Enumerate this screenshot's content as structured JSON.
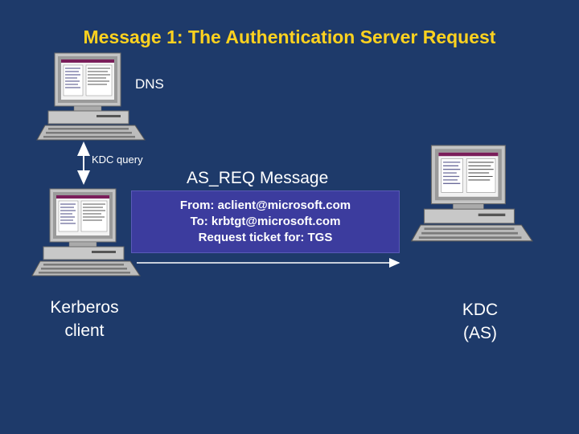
{
  "title": "Message 1: The Authentication Server Request",
  "dns": {
    "label": "DNS"
  },
  "kdc_query": {
    "label": "KDC query"
  },
  "message": {
    "label": "AS_REQ Message",
    "lines": [
      "From: aclient@microsoft.com",
      "To: krbtgt@microsoft.com",
      "Request ticket for: TGS"
    ]
  },
  "client": {
    "label_line1": "Kerberos",
    "label_line2": "client"
  },
  "kdc": {
    "label_line1": "KDC",
    "label_line2": "(AS)"
  },
  "colors": {
    "background": "#1e3a6a",
    "title": "#ffd21f",
    "message_box": "#3c3c9e",
    "text": "#ffffff"
  },
  "icons": [
    "computer-icon",
    "double-arrow-icon",
    "arrow-icon"
  ]
}
